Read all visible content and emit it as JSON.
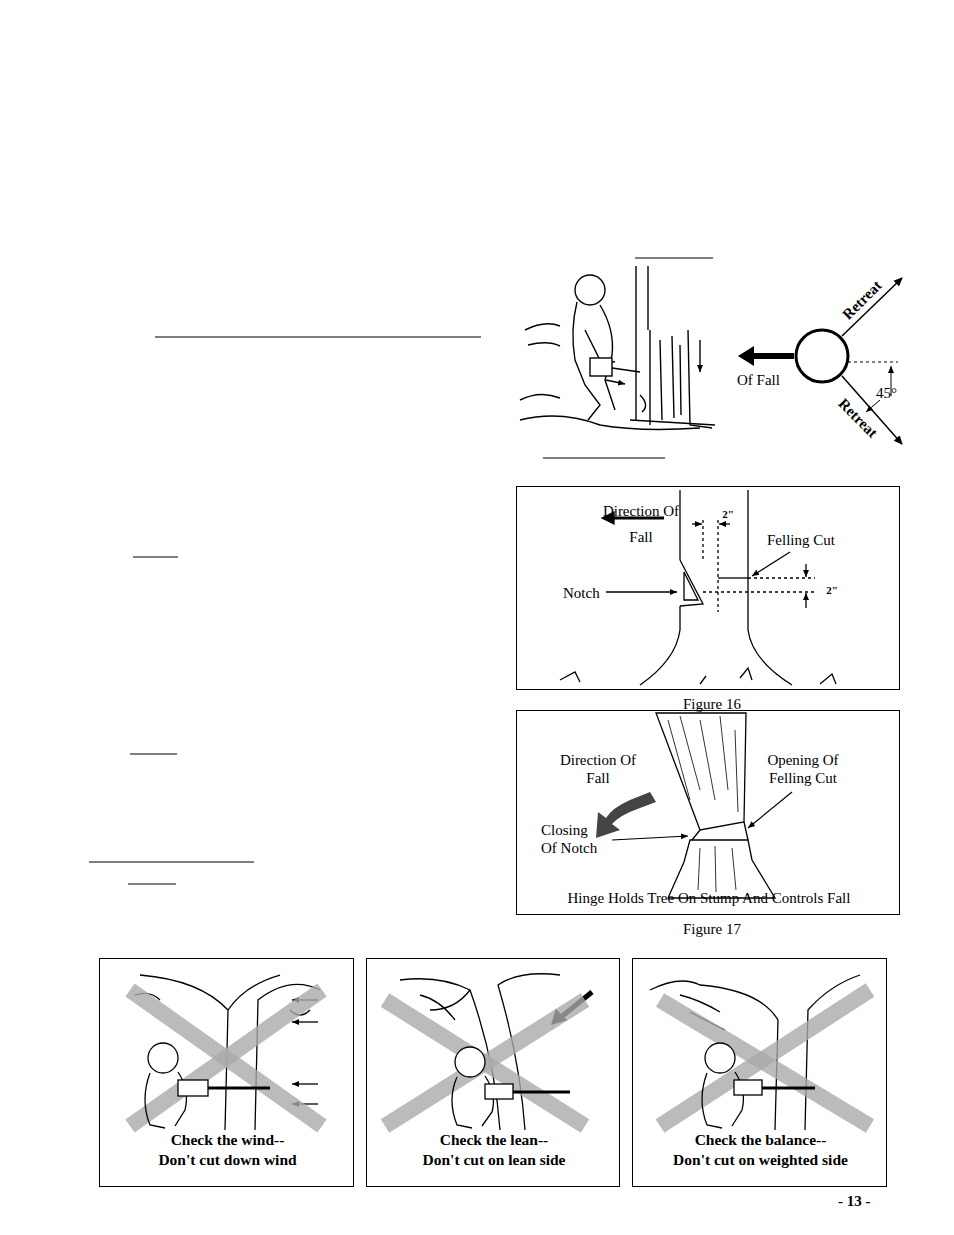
{
  "diagram": {
    "nodes": [
      {
        "text": [
          "Direction Of Fall",
          "2\"",
          "Felling Cut",
          "2\"",
          "Notch",
          "Figure 16"
        ]
      },
      {
        "text": [
          "Direction Of Fall",
          "Opening Of Felling Cut",
          "Closing Of Notch",
          "Hinge Holds Tree On Stump And Controls Fall",
          "Figure 17"
        ]
      },
      {
        "text": [
          "Check the wind--",
          "Don't cut down wind"
        ]
      },
      {
        "text": [
          "Check the lean--",
          "Don't cut on lean side"
        ]
      },
      {
        "text": [
          "Check the balance--",
          "Don't cut on weighted side"
        ]
      }
    ],
    "labels": [
      "Retreat",
      "Of Fall",
      "45°",
      "Retreat",
      "- 13 -"
    ]
  }
}
